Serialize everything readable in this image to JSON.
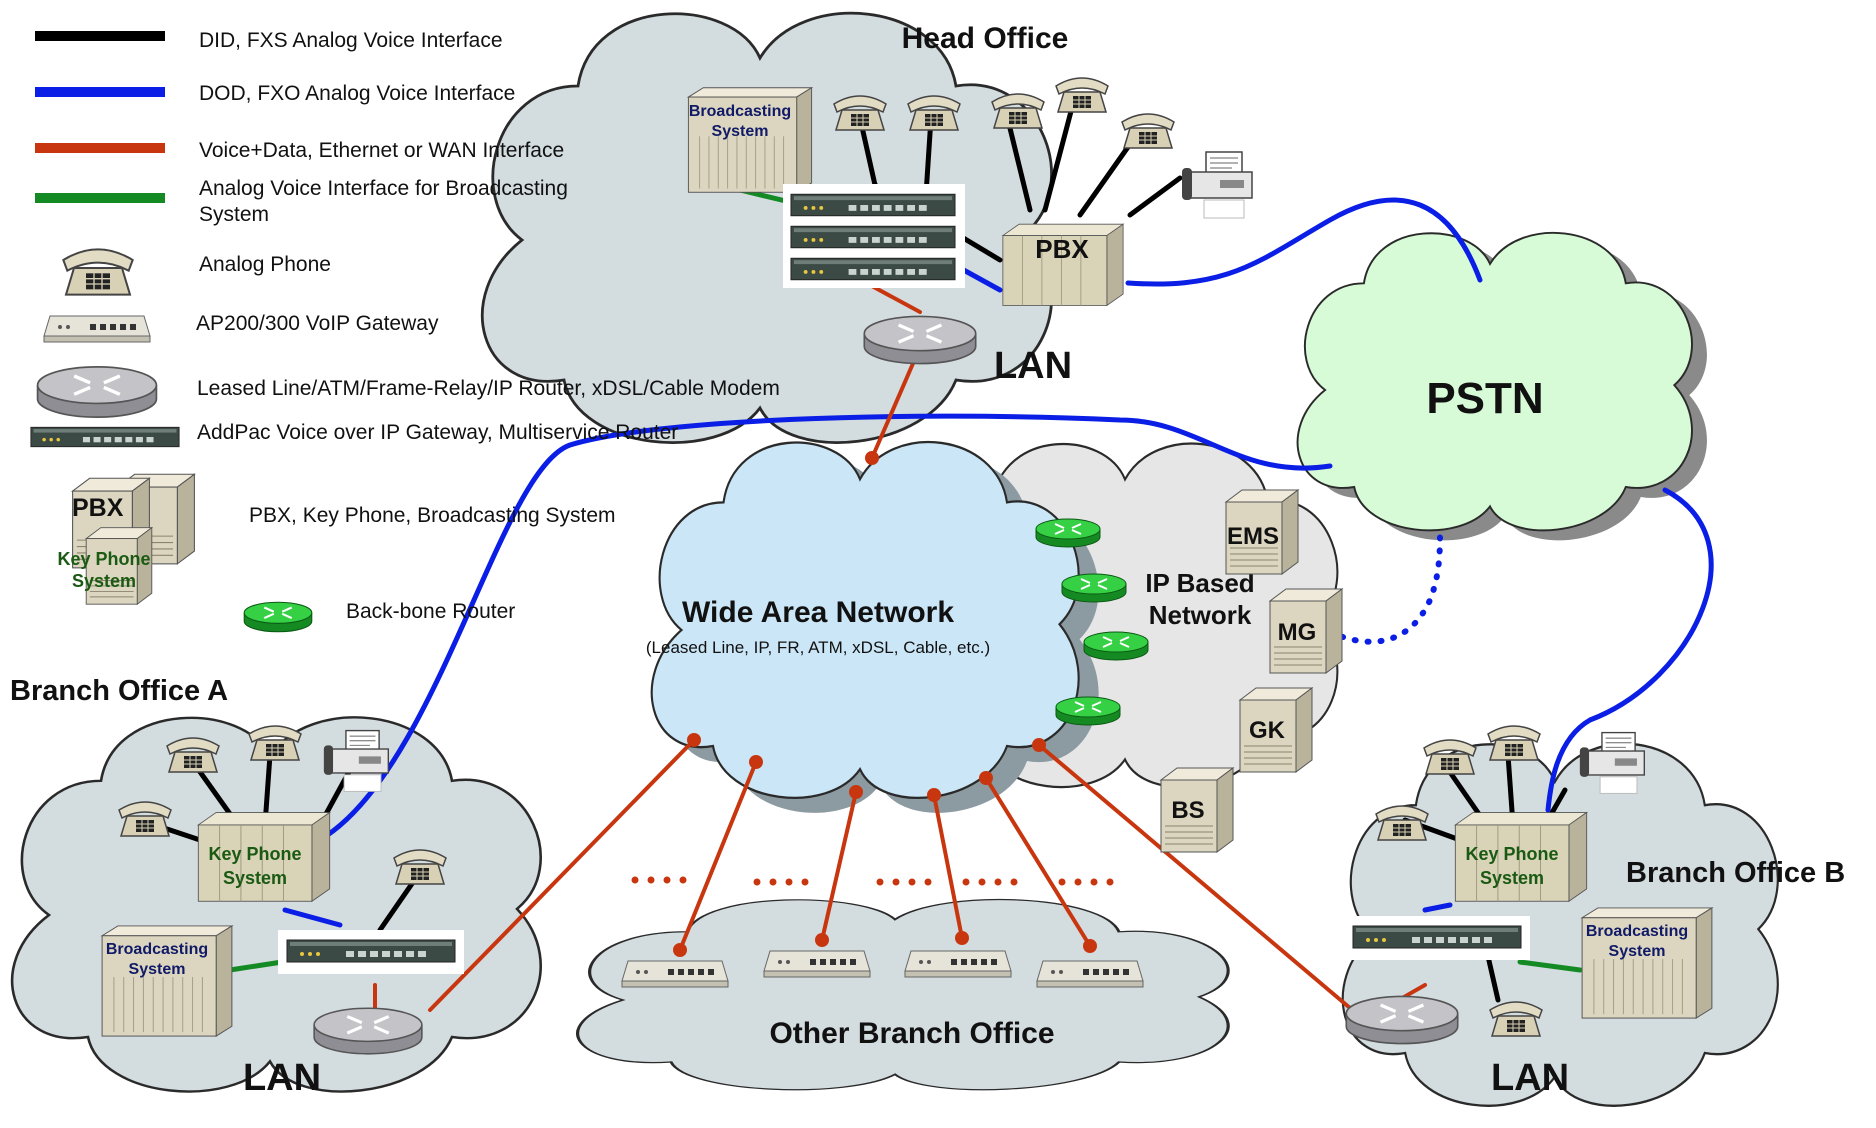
{
  "legend": [
    {
      "key": "black_line",
      "label": "DID, FXS Analog Voice Interface",
      "color": "#000000"
    },
    {
      "key": "blue_line",
      "label": "DOD, FXO Analog Voice Interface",
      "color": "#0a1ee6"
    },
    {
      "key": "red_line",
      "label": "Voice+Data, Ethernet or WAN Interface",
      "color": "#c8360f"
    },
    {
      "key": "green_line",
      "label1": "Analog Voice Interface for Broadcasting",
      "label2": "System",
      "color": "#138a24"
    },
    {
      "key": "phone",
      "label": "Analog Phone"
    },
    {
      "key": "ap_gateway",
      "label": "AP200/300 VoIP Gateway"
    },
    {
      "key": "router",
      "label": "Leased Line/ATM/Frame-Relay/IP Router, xDSL/Cable Modem"
    },
    {
      "key": "voip_gateway",
      "label": "AddPac Voice over IP Gateway, Multiservice Router"
    },
    {
      "key": "pbx_keyphone",
      "label": "PBX, Key Phone, Broadcasting System",
      "icon_pbx": "PBX",
      "icon_key1": "Key Phone",
      "icon_key2": "System"
    },
    {
      "key": "backbone_router",
      "label": "Back-bone Router"
    }
  ],
  "head_office": {
    "title": "Head Office",
    "lan": "LAN",
    "pbx": "PBX",
    "bcast1": "Broadcasting",
    "bcast2": "System"
  },
  "pstn": {
    "label": "PSTN"
  },
  "wan": {
    "title": "Wide Area Network",
    "subtitle": "(Leased Line, IP, FR, ATM, xDSL, Cable, etc.)"
  },
  "ip_network": {
    "line1": "IP Based",
    "line2": "Network",
    "ems": "EMS",
    "mg": "MG",
    "gk": "GK",
    "bs": "BS"
  },
  "branch_a": {
    "title": "Branch Office A",
    "lan": "LAN",
    "key1": "Key Phone",
    "key2": "System",
    "bcast1": "Broadcasting",
    "bcast2": "System"
  },
  "branch_b": {
    "title": "Branch Office B",
    "lan": "LAN",
    "key1": "Key Phone",
    "key2": "System",
    "bcast1": "Broadcasting",
    "bcast2": "System"
  },
  "other_branch": {
    "title": "Other Branch Office"
  },
  "colors": {
    "cloud_gray": "#d3dcdf",
    "cloud_pstn": "#d7fbd7",
    "cloud_wan": "#cbe6f6",
    "cloud_ip": "#e6e6e6",
    "device_beige": "#dcd6c0",
    "router_gray": "#b4b4b8",
    "router_green": "#2ec43a"
  }
}
